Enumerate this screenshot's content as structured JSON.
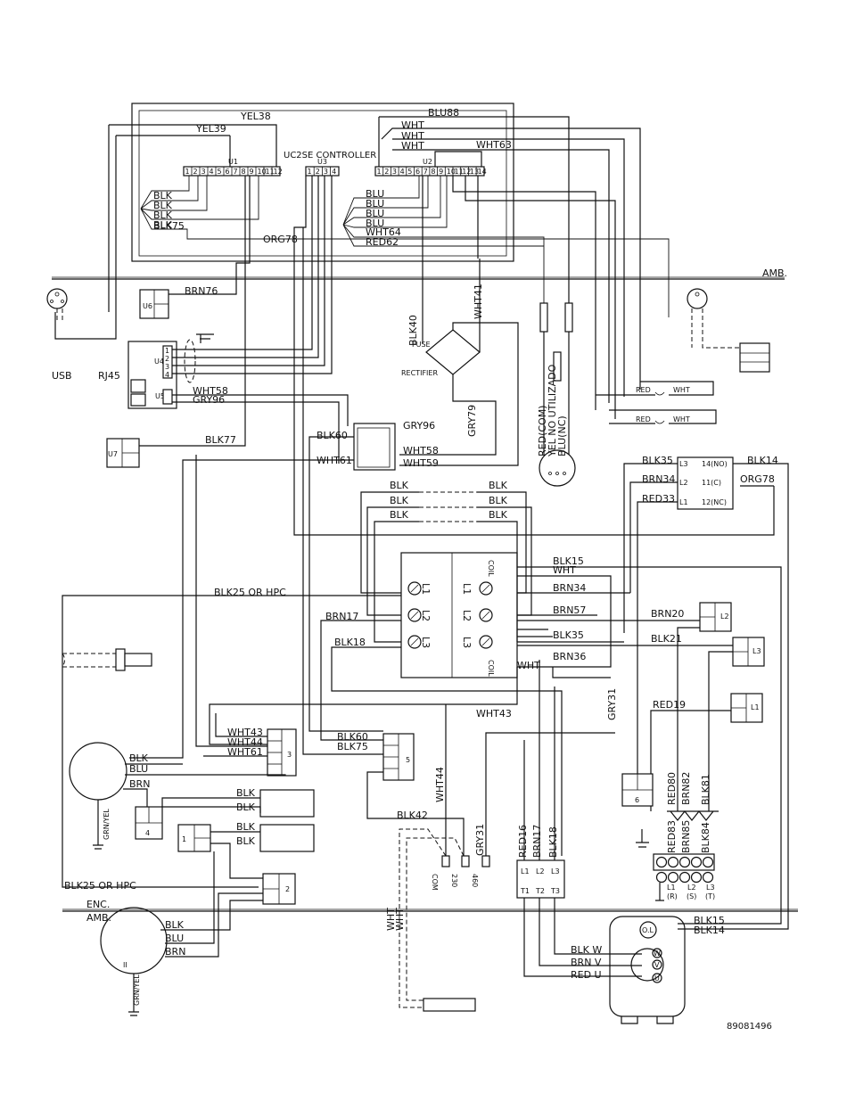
{
  "controller": {
    "title": "UC2SE CONTROLLER",
    "u1": "U1",
    "u2": "U2",
    "u3": "U3",
    "u4": "U4",
    "u5": "U5",
    "u6": "U6",
    "u7": "U7",
    "u1_pins": [
      "1",
      "2",
      "3",
      "4",
      "5",
      "6",
      "7",
      "8",
      "9",
      "10",
      "11",
      "12"
    ],
    "u2_pins": [
      "1",
      "2",
      "3",
      "4",
      "5",
      "6",
      "7",
      "8",
      "9",
      "10",
      "11",
      "12",
      "13",
      "14"
    ],
    "u3_pins": [
      "1",
      "2",
      "3",
      "4"
    ],
    "u4_pins": [
      "1",
      "2",
      "3",
      "4"
    ]
  },
  "wire_labels": {
    "yel38": "YEL38",
    "yel39": "YEL39",
    "blu88": "BLU88",
    "wht": "WHT",
    "wht63": "WHT63",
    "blk": "BLK",
    "blk75": "BLK75",
    "blu": "BLU",
    "wht64": "WHT64",
    "red62": "RED62",
    "org78": "ORG78",
    "brn76": "BRN76",
    "amb": "AMB.",
    "blk40": "BLK40",
    "wht41": "WHT41",
    "fuse": "FUSE",
    "rectifier": "RECTIFIER",
    "usb": "USB",
    "rj45": "RJ45",
    "wht58": "WHT58",
    "gry96": "GRY96",
    "gry79": "GRY79",
    "blk77": "BLK77",
    "blk60": "BLK60",
    "wht61": "WHT61",
    "wht59": "WHT59",
    "red_com": "RED(COM)",
    "yel_no": "YEL NO UTILIZADO",
    "blu_nc": "BLU(NC)",
    "red": "RED",
    "blk35": "BLK35",
    "blk14": "BLK14",
    "brn34": "BRN34",
    "red33": "RED33",
    "org78b": "ORG78",
    "r_l3": "L3",
    "r_l2": "L2",
    "r_l1": "L1",
    "r_14": "14(NO)",
    "r_11": "11(C)",
    "r_12": "12(NC)",
    "blk15": "BLK15",
    "blk25": "BLK25 OR HPC",
    "brn34b": "BRN34",
    "brn57": "BRN57",
    "brn17": "BRN17",
    "brn20": "BRN20",
    "blk18": "BLK18",
    "blk35b": "BLK35",
    "blk21": "BLK21",
    "brn36": "BRN36",
    "coil": "COIL",
    "gry31": "GRY31",
    "red19": "RED19",
    "wht43": "WHT43",
    "wht44": "WHT44",
    "wht61b": "WHT61",
    "blk60b": "BLK60",
    "blk75b": "BLK75",
    "brn": "BRN",
    "grnyel": "GRN/YEL",
    "blk42": "BLK42",
    "wht44b": "WHT44",
    "gry31b": "GRY31",
    "red80": "RED80",
    "brn82": "BRN82",
    "blk81": "BLK81",
    "red83": "RED83",
    "brn85": "BRN85",
    "blk84": "BLK84",
    "red16": "RED16",
    "brn17b": "BRN17",
    "blk18b": "BLK18",
    "enc": "ENC.",
    "amb2": "AMB.",
    "blk25b": "BLK25 OR HPC",
    "blkw": "BLK W",
    "brnv": "BRN V",
    "redu": "RED U",
    "blk15b": "BLK15",
    "blk14b": "BLK14",
    "ol": "O.L",
    "whtwht": "WHT WHT"
  },
  "terminals": {
    "t_l1": "L1",
    "t_l2": "L2",
    "t_l3": "L3",
    "t_t1": "T1",
    "t_t2": "T2",
    "t_t3": "T3",
    "com": "COM",
    "v230": "230",
    "v460": "460",
    "tb_l1": "L1",
    "tb_l2": "L2",
    "tb_l3": "L3",
    "tb_r": "(R)",
    "tb_s": "(S)",
    "tb_t": "(T)",
    "c1": "1",
    "c2": "2",
    "c3": "3",
    "c4": "4",
    "c5": "5",
    "c6": "6",
    "m_w": "W",
    "m_v": "V",
    "m_u": "U",
    "i": "I",
    "sym": "~",
    "ii": "II"
  },
  "doc_number": "89081496"
}
